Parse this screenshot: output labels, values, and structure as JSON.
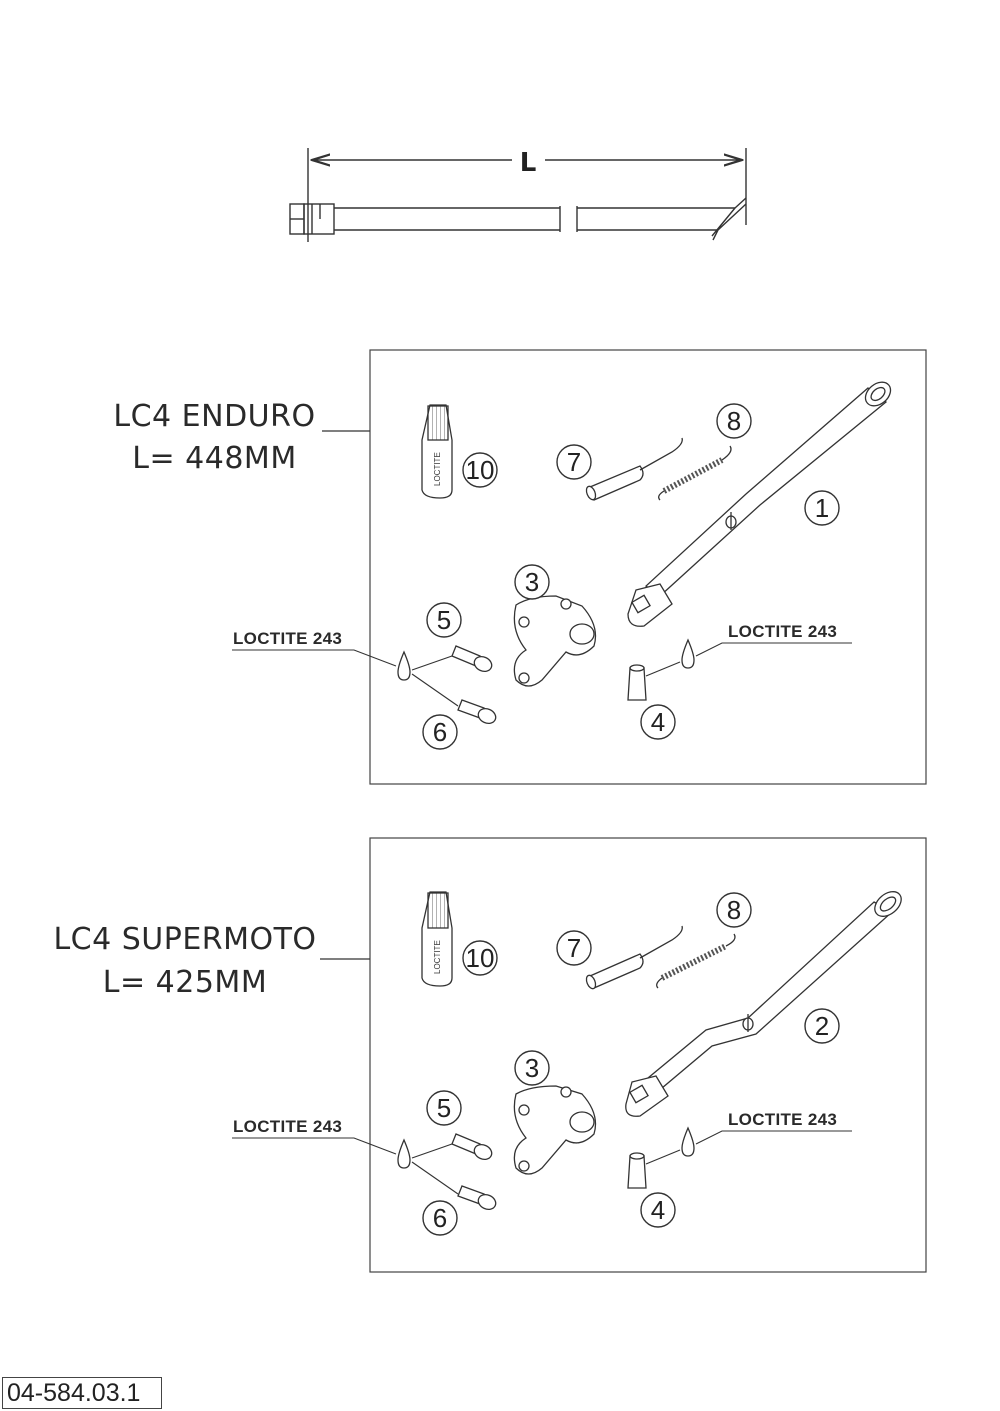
{
  "dimension": {
    "label": "L"
  },
  "panels": [
    {
      "model": "LC4 ENDURO",
      "length": "L= 448MM",
      "loctite_left": "LOCTITE 243",
      "loctite_right": "LOCTITE 243",
      "parts": [
        "1",
        "3",
        "4",
        "5",
        "6",
        "7",
        "8",
        "10"
      ],
      "bottle_label": "LOCTITE"
    },
    {
      "model": "LC4 SUPERMOTO",
      "length": "L= 425MM",
      "loctite_left": "LOCTITE 243",
      "loctite_right": "LOCTITE 243",
      "parts": [
        "2",
        "3",
        "4",
        "5",
        "6",
        "7",
        "8",
        "10"
      ],
      "bottle_label": "LOCTITE"
    }
  ],
  "document_number": "04-584.03.1"
}
